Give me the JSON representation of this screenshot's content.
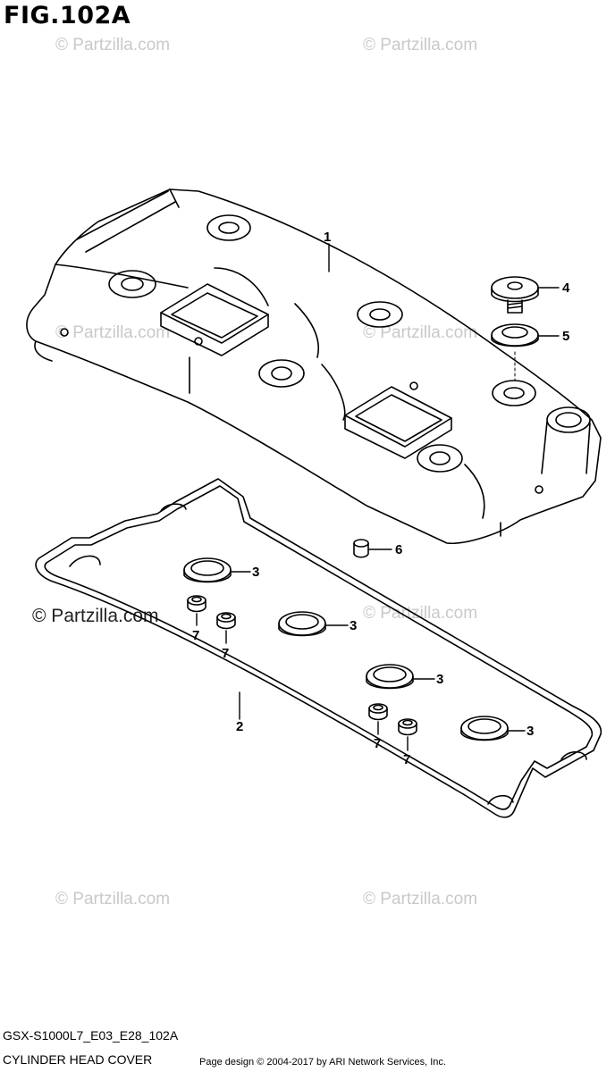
{
  "figure": {
    "title": "FIG.102A"
  },
  "watermark": {
    "text": "© Partzilla.com"
  },
  "callouts": [
    {
      "id": "label-1",
      "text": "1"
    },
    {
      "id": "label-2",
      "text": "2"
    },
    {
      "id": "label-3a",
      "text": "3"
    },
    {
      "id": "label-3b",
      "text": "3"
    },
    {
      "id": "label-3c",
      "text": "3"
    },
    {
      "id": "label-3d",
      "text": "3"
    },
    {
      "id": "label-4",
      "text": "4"
    },
    {
      "id": "label-5",
      "text": "5"
    },
    {
      "id": "label-6",
      "text": "6"
    },
    {
      "id": "label-7a",
      "text": "7"
    },
    {
      "id": "label-7b",
      "text": "7"
    },
    {
      "id": "label-7c",
      "text": "7"
    },
    {
      "id": "label-7d",
      "text": "7"
    }
  ],
  "footer": {
    "code": "GSX-S1000L7_E03_E28_102A",
    "name": "CYLINDER HEAD COVER",
    "copyright": "Page design © 2004-2017 by ARI Network Services, Inc."
  }
}
